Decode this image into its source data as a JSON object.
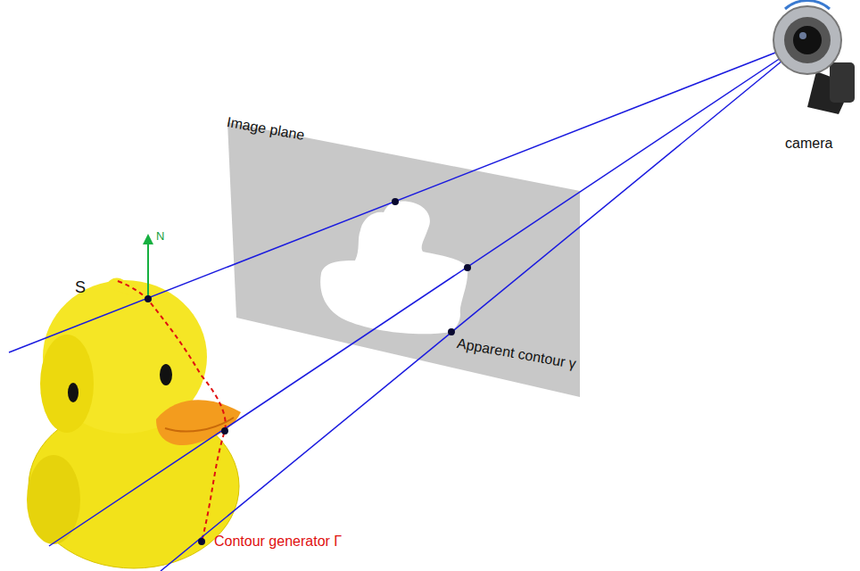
{
  "diagram": {
    "labels": [
      "Image plane",
      "camera",
      "S",
      "N",
      "Apparent contour γ",
      "Contour generator Γ"
    ]
  }
}
